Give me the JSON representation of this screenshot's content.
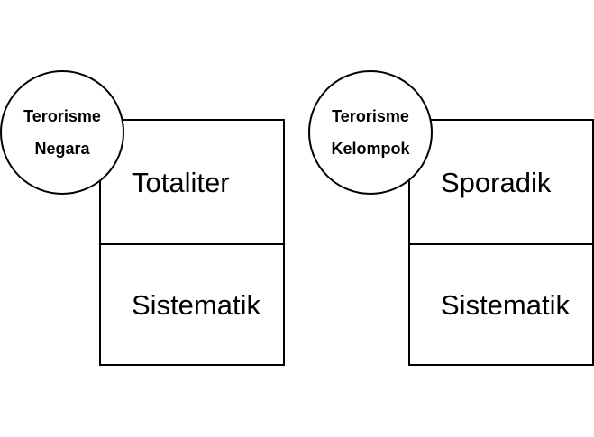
{
  "groups": [
    {
      "circle": {
        "line1": "Terorisme",
        "line2": "Negara"
      },
      "top_cell": "Totaliter",
      "bottom_cell": "Sistematik"
    },
    {
      "circle": {
        "line1": "Terorisme",
        "line2": "Kelompok"
      },
      "top_cell": "Sporadik",
      "bottom_cell": "Sistematik"
    }
  ]
}
